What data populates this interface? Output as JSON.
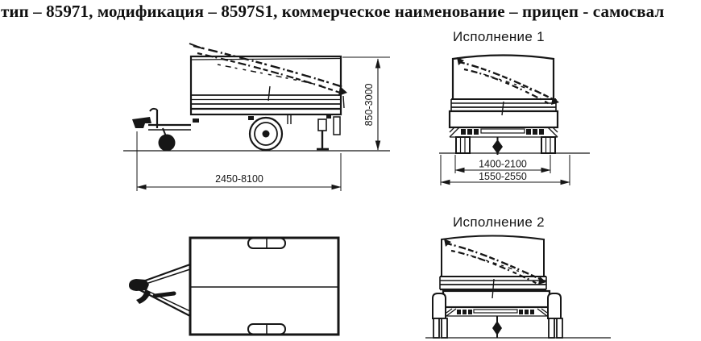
{
  "colors": {
    "background": "#ffffff",
    "ink": "#161616"
  },
  "title": "тип – 85971, модификация – 8597S1, коммерческое наименование – прицеп - самосвал",
  "views": {
    "side": {
      "dim_length": "2450-8100",
      "dim_height": "850-3000"
    },
    "rear_variant_1": {
      "label": "Исполнение 1",
      "dim_track": "1400-2100",
      "dim_overall": "1550-2550"
    },
    "rear_variant_2": {
      "label": "Исполнение 2"
    }
  }
}
